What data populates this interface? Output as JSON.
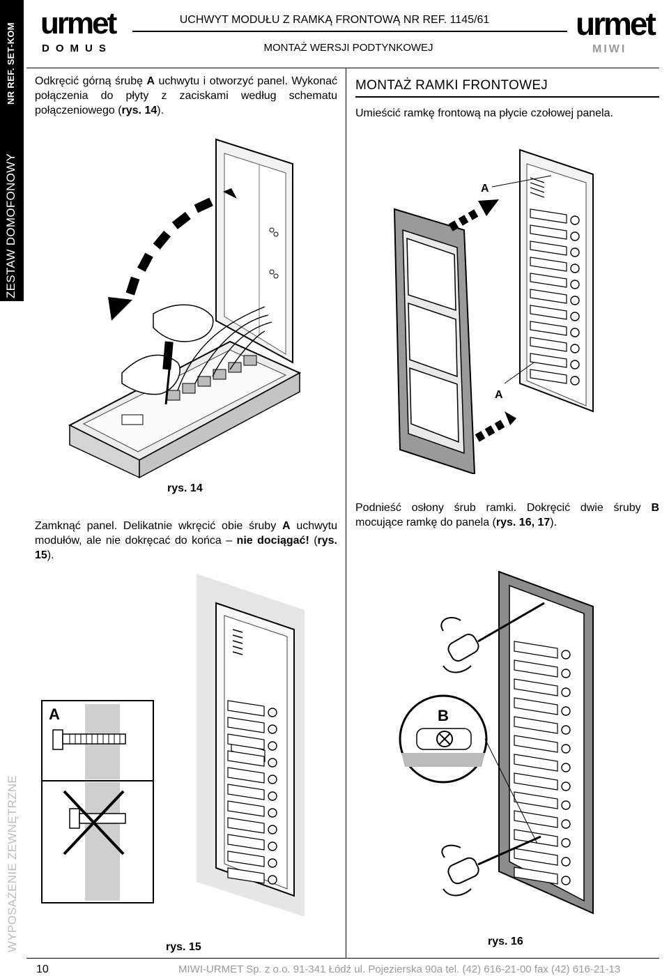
{
  "sidebar": {
    "ref_label": "NR REF. SET-KOM",
    "section_label": "ZESTAW DOMOFONOWY",
    "bottom_label": "WYPOSAŻENIE ZEWNĘTRZNE"
  },
  "header": {
    "logo_left": {
      "brand": "urmet",
      "sub": "DOMUS"
    },
    "logo_right": {
      "brand": "urmet",
      "sub": "MIWI"
    },
    "title": "UCHWYT MODUŁU Z RAMKĄ FRONTOWĄ NR REF. 1145/61",
    "subtitle": "MONTAŻ WERSJI PODTYNKOWEJ"
  },
  "left": {
    "intro_a": "Odkręcić górną śrubę ",
    "intro_b": "A",
    "intro_c": " uchwytu i otworzyć panel. Wykonać połączenia do płyty z zaciskami według schematu połączeniowego (",
    "intro_d": "rys. 14",
    "intro_e": ").",
    "fig14_caption": "rys. 14",
    "close_a": "Zamknąć panel. Delikatnie wkręcić obie śruby ",
    "close_b": "A",
    "close_c": " uchwytu modułów, ale nie dokręcać do końca – ",
    "close_d": "nie dociągać!",
    "close_e": " (",
    "close_f": "rys. 15",
    "close_g": ").",
    "fig15_detail_label": "A",
    "fig15_caption": "rys. 15"
  },
  "right": {
    "section_title": "MONTAŻ RAMKI FRONTOWEJ",
    "place_text": "Umieścić ramkę frontową na płycie czołowej panela.",
    "fig_label_a_top": "A",
    "fig_label_a_bottom": "A",
    "lift_a": "Podnieść osłony śrub ramki. Dokręcić dwie śruby ",
    "lift_b": "B",
    "lift_c": " mocujące ramkę do panela (",
    "lift_d": "rys. 16, 17",
    "lift_e": ").",
    "fig16_detail_label": "B",
    "fig16_caption": "rys. 16"
  },
  "footer": {
    "page_number": "10",
    "company": "MIWI-URMET Sp. z o.o.  91-341 Łódź ul. Pojezierska 90a  tel. (42) 616-21-00  fax (42) 616-21-13"
  }
}
